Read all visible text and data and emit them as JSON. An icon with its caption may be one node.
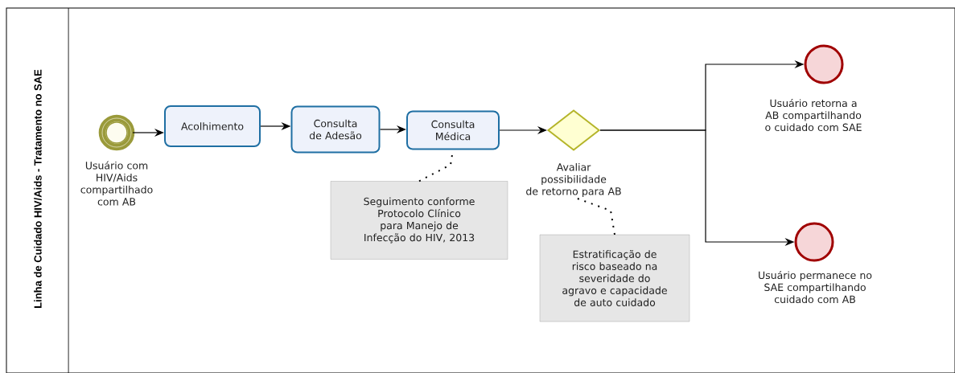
{
  "diagram": {
    "nodes": [
      {
        "text": [
          "Linha de Cuidado HIV/Aids -  Tratamento no SAE"
        ]
      },
      {
        "text": [],
        "shape": "circle",
        "in": 0,
        "beside": [
          "Usuário com HIV/Aids compartilhado com AB"
        ]
      },
      {
        "text": [
          "Acolhimento"
        ],
        "in": 0
      },
      {
        "text": [
          "Consulta de Adesão"
        ],
        "in": 0
      },
      {
        "text": [
          "Consulta Médica"
        ],
        "in": 0
      },
      {
        "text": [],
        "shape": "diamond",
        "in": 0,
        "beside": [
          "Avaliar possibilidade de retorno para AB"
        ]
      },
      {
        "text": [],
        "shape": "circle",
        "in": 0,
        "beside": [
          "Usuário retorna a AB compartilhando o cuidado com SAE"
        ]
      },
      {
        "text": [],
        "shape": "circle",
        "in": 0,
        "beside": [
          "Usuário permanece no SAE compartilhando cuidado com AB"
        ]
      },
      {
        "text": [
          "Seguimento conforme Protocolo Clínico para Manejo de Infecção do HIV, 2013"
        ],
        "in": 0
      },
      {
        "text": [
          "Estratificação de risco baseado na severidade do agravo e capacidade de auto cuidado"
        ],
        "in": 0
      }
    ],
    "edges": [
      {
        "from": 1,
        "to": 2,
        "arrow": "to"
      },
      {
        "from": 2,
        "to": 3,
        "arrow": "to"
      },
      {
        "from": 3,
        "to": 4,
        "arrow": "to"
      },
      {
        "from": 4,
        "to": 5,
        "arrow": "to"
      },
      {
        "from": 5,
        "to": 6,
        "arrow": "to"
      },
      {
        "from": 5,
        "to": 7,
        "arrow": "to"
      },
      {
        "from": 8,
        "to": 4,
        "arrow": "none",
        "style": "dashed"
      },
      {
        "from": 9,
        "to": 5,
        "arrow": "none",
        "style": "dashed"
      }
    ]
  }
}
